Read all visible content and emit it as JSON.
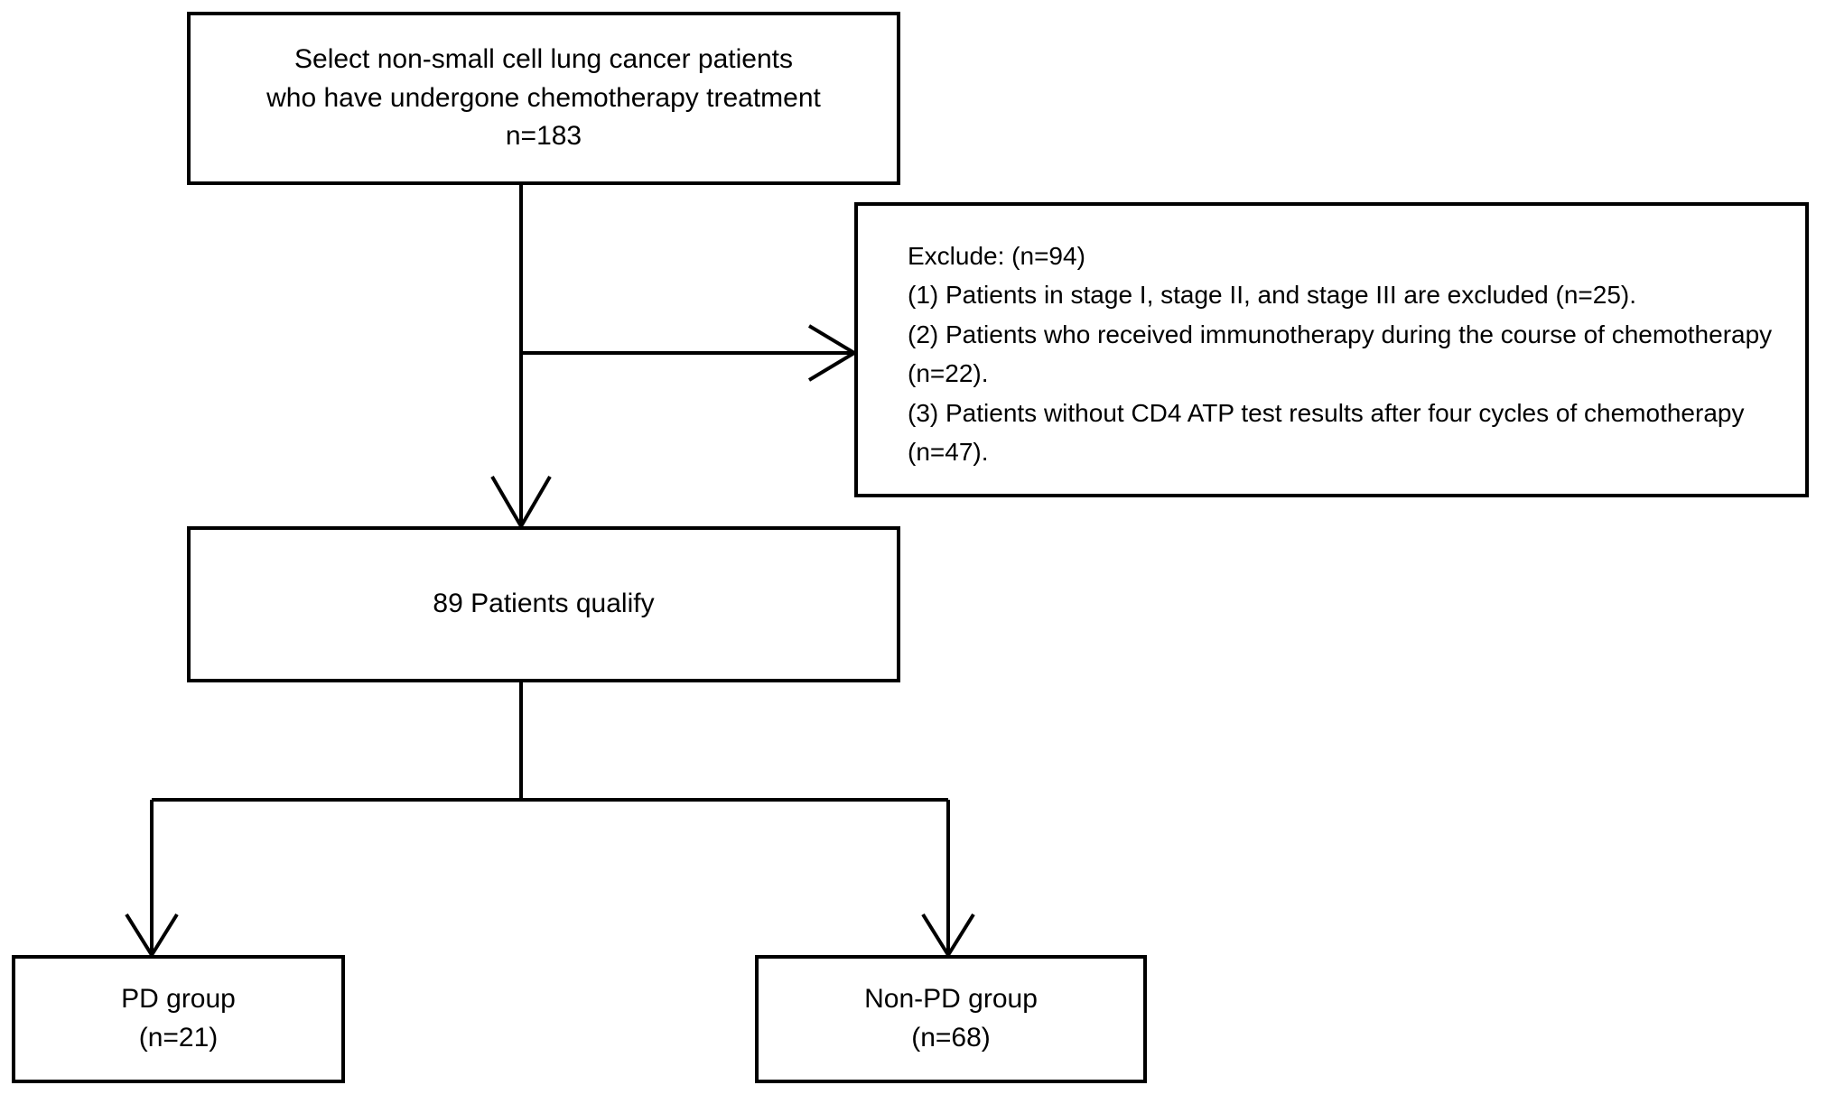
{
  "boxes": {
    "enrollment": {
      "lines": [
        "Select non-small cell lung cancer patients",
        "who have undergone chemotherapy treatment",
        "n=183"
      ]
    },
    "exclude": {
      "heading": "Exclude: (n=94)",
      "items": [
        "(1) Patients in stage I, stage II, and stage III are excluded (n=25).",
        "(2) Patients who received immunotherapy during the course of chemotherapy (n=22).",
        "(3) Patients without CD4 ATP test results after four cycles of chemotherapy (n=47)."
      ]
    },
    "qualify": {
      "label": "89 Patients qualify"
    },
    "pd_group": {
      "lines": [
        "PD group",
        "(n=21)"
      ]
    },
    "non_pd_group": {
      "lines": [
        "Non-PD group",
        "(n=68)"
      ]
    }
  },
  "colors": {
    "line": "#000000",
    "background": "#ffffff",
    "text": "#000000"
  }
}
